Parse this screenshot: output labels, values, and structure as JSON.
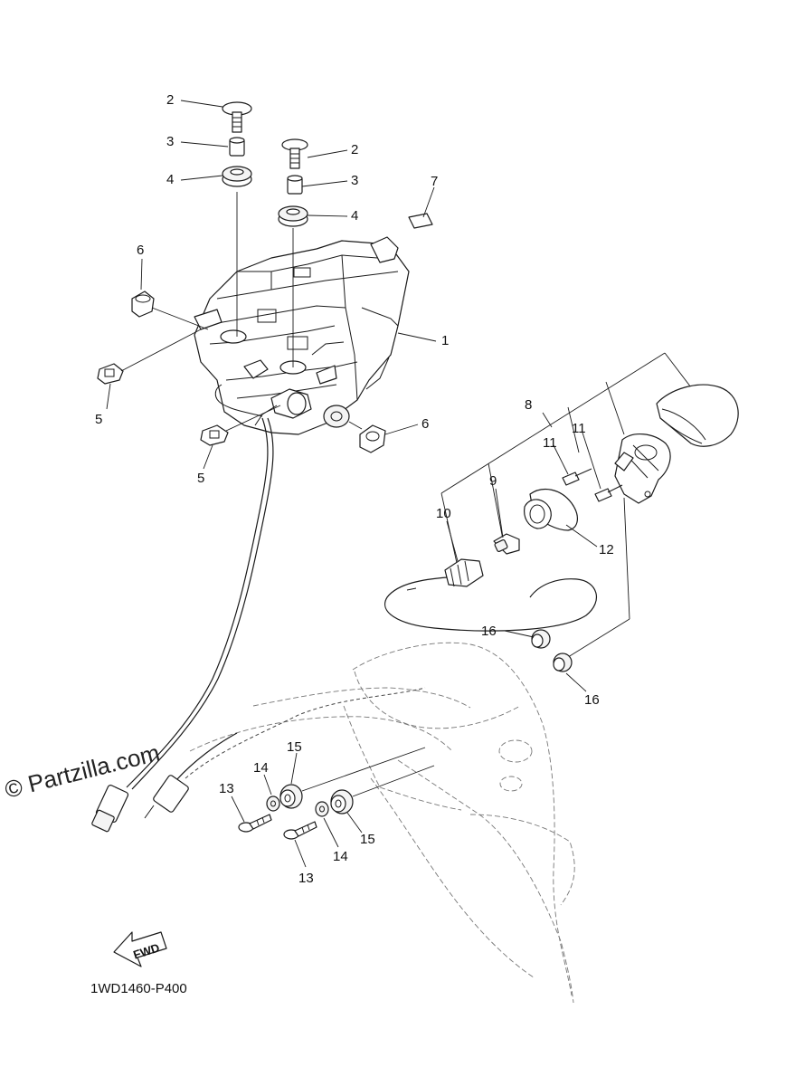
{
  "diagram": {
    "callouts": [
      {
        "id": "c2a",
        "label": "2"
      },
      {
        "id": "c3a",
        "label": "3"
      },
      {
        "id": "c4a",
        "label": "4"
      },
      {
        "id": "c2b",
        "label": "2"
      },
      {
        "id": "c3b",
        "label": "3"
      },
      {
        "id": "c4b",
        "label": "4"
      },
      {
        "id": "c7",
        "label": "7"
      },
      {
        "id": "c6a",
        "label": "6"
      },
      {
        "id": "c1",
        "label": "1"
      },
      {
        "id": "c5a",
        "label": "5"
      },
      {
        "id": "c5b",
        "label": "5"
      },
      {
        "id": "c6b",
        "label": "6"
      },
      {
        "id": "c8",
        "label": "8"
      },
      {
        "id": "c11a",
        "label": "11"
      },
      {
        "id": "c11b",
        "label": "11"
      },
      {
        "id": "c9",
        "label": "9"
      },
      {
        "id": "c10",
        "label": "10"
      },
      {
        "id": "c12",
        "label": "12"
      },
      {
        "id": "c16a",
        "label": "16"
      },
      {
        "id": "c16b",
        "label": "16"
      },
      {
        "id": "c15a",
        "label": "15"
      },
      {
        "id": "c14a",
        "label": "14"
      },
      {
        "id": "c13a",
        "label": "13"
      },
      {
        "id": "c14b",
        "label": "14"
      },
      {
        "id": "c15b",
        "label": "15"
      },
      {
        "id": "c13b",
        "label": "13"
      }
    ],
    "watermark": "© Partzilla.com",
    "fwd_label": "FWD",
    "drawing_code": "1WD1460-P400"
  }
}
